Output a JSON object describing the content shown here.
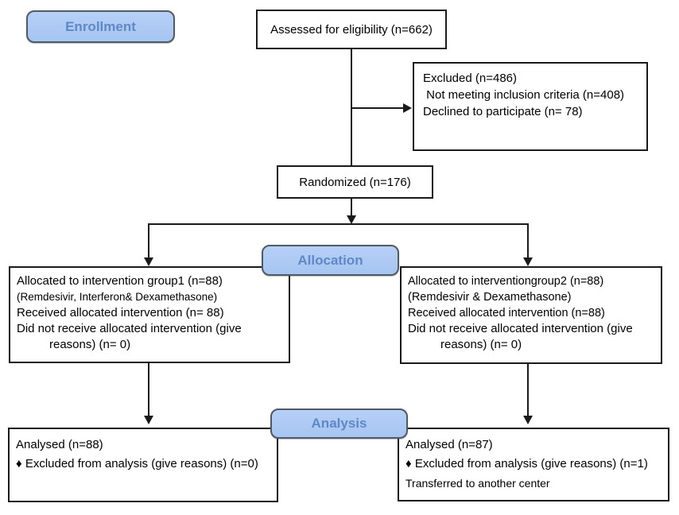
{
  "title": "CONSORT flow diagram",
  "colors": {
    "stage_fill_top": "#b6d0f7",
    "stage_fill_bottom": "#a6c5f1",
    "stage_border": "#4f5a64",
    "stage_text": "#5e88c7",
    "box_border": "#1a1a1a",
    "line": "#1a1a1a"
  },
  "stages": {
    "enrollment": "Enrollment",
    "allocation": "Allocation",
    "analysis": "Analysis"
  },
  "assessed": {
    "text": "Assessed for eligibility (n=662)"
  },
  "excluded": {
    "lines": [
      "Excluded (n=486)",
      " Not meeting inclusion criteria (n=408)",
      "Declined to participate (n= 78)"
    ]
  },
  "randomized": {
    "text": "Randomized (n=176)"
  },
  "group1": {
    "lines": [
      "Allocated to intervention group1 (n=88)",
      "(Remdesivir, Interferon& Dexamethasone)",
      "Received allocated intervention (n= 88)",
      "Did not receive allocated intervention (give",
      "reasons) (n= 0)"
    ]
  },
  "group2": {
    "lines": [
      "Allocated to interventiongroup2 (n=88)",
      "(Remdesivir & Dexamethasone)",
      "Received allocated intervention (n=88)",
      "Did not receive allocated intervention (give",
      "reasons) (n= 0)"
    ]
  },
  "analysis1": {
    "lines": [
      "Analysed (n=88)",
      "♦ Excluded from analysis (give reasons) (n=0)"
    ]
  },
  "analysis2": {
    "lines": [
      "Analysed (n=87)",
      "♦ Excluded from analysis (give reasons) (n=1)",
      "Transferred to another center"
    ]
  }
}
